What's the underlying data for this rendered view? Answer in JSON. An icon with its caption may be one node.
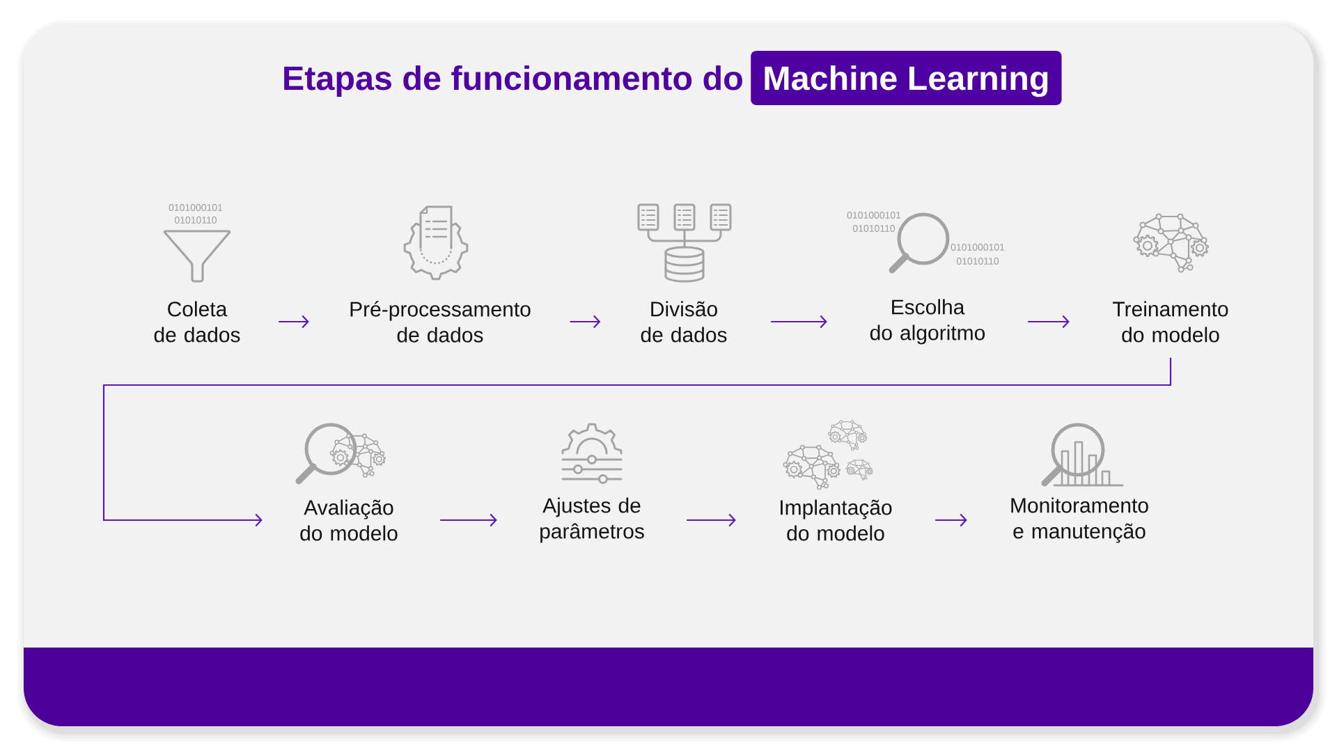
{
  "diagram": {
    "title": "Etapas de funcionamento do",
    "nodes": [
      {
        "text": [
          "Coleta de dados"
        ]
      },
      {
        "text": [
          "Pré-processamento de dados"
        ]
      },
      {
        "text": [
          "Divisão de dados"
        ]
      },
      {
        "text": [
          "Escolha do algoritmo"
        ]
      },
      {
        "text": [
          "Treinamento do modelo"
        ]
      },
      {
        "text": [
          "Avaliação do modelo"
        ]
      },
      {
        "text": [
          "Ajustes de parâmetros"
        ]
      },
      {
        "text": [
          "Implantação do modelo"
        ]
      },
      {
        "text": [
          "Monitoramento e manutenção"
        ]
      }
    ],
    "edges": [
      {
        "from": 0,
        "to": 1,
        "arrow": "to"
      },
      {
        "from": 1,
        "to": 2,
        "arrow": "to"
      },
      {
        "from": 2,
        "to": 3,
        "arrow": "to"
      },
      {
        "from": 3,
        "to": 4,
        "arrow": "to"
      },
      {
        "from": 4,
        "to": 5,
        "arrow": "to"
      },
      {
        "from": 5,
        "to": 6,
        "arrow": "to"
      },
      {
        "from": 6,
        "to": 7,
        "arrow": "to"
      },
      {
        "from": 7,
        "to": 8,
        "arrow": "to"
      }
    ],
    "labels": [
      "Machine Learning",
      "0101000101",
      "01010110",
      "0101000101",
      "01010110",
      "0101000101",
      "01010110"
    ]
  }
}
